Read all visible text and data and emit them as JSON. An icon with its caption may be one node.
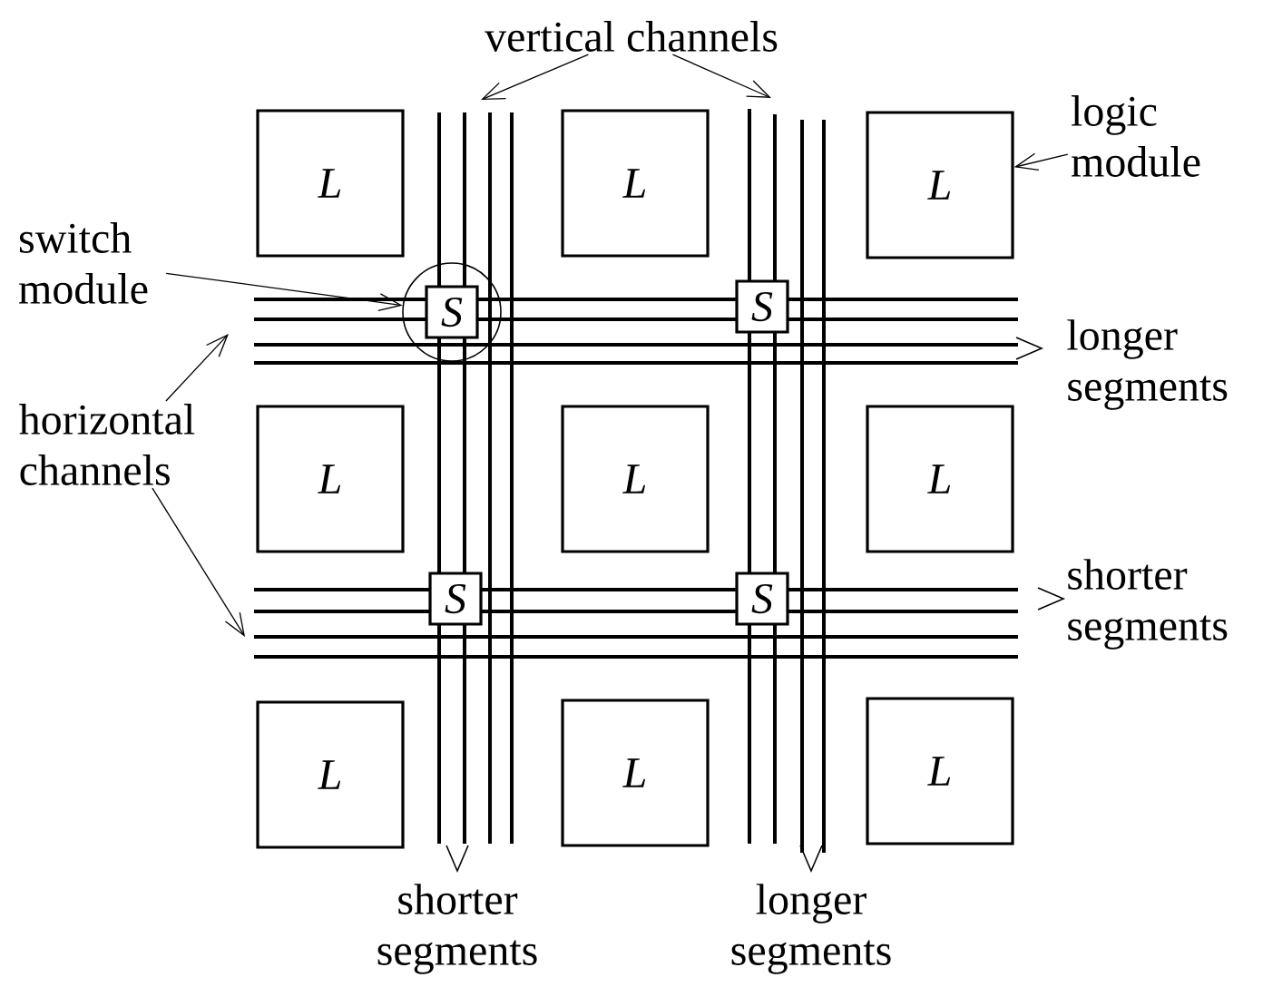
{
  "diagram": {
    "nodes": [
      {
        "text": [
          "vertical channels"
        ]
      },
      {
        "text": [
          "logic module"
        ]
      },
      {
        "text": [
          "switch module"
        ]
      },
      {
        "text": [
          "horizontal channels"
        ]
      },
      {
        "text": [
          "L"
        ]
      },
      {
        "text": [
          "L"
        ]
      },
      {
        "text": [
          "L"
        ]
      },
      {
        "text": [
          "L"
        ]
      },
      {
        "text": [
          "L"
        ]
      },
      {
        "text": [
          "L"
        ]
      },
      {
        "text": [
          "L"
        ]
      },
      {
        "text": [
          "L"
        ]
      },
      {
        "text": [
          "L"
        ]
      },
      {
        "text": [],
        "shape": "circle"
      },
      {
        "text": [
          "S"
        ],
        "in": 13
      },
      {
        "text": [
          "S"
        ]
      },
      {
        "text": [
          "S"
        ]
      },
      {
        "text": [
          "S"
        ]
      }
    ],
    "edges": [
      {
        "from": 0,
        "to": null,
        "arrow": "to"
      },
      {
        "from": 0,
        "to": null,
        "arrow": "to"
      },
      {
        "from": 1,
        "to": 6,
        "arrow": "to"
      },
      {
        "from": 2,
        "to": 13,
        "arrow": "to"
      },
      {
        "from": 3,
        "to": null,
        "arrow": "to"
      },
      {
        "from": 3,
        "to": null,
        "arrow": "to"
      }
    ],
    "labels": [
      "longer segments",
      "shorter segments",
      "shorter segments",
      "longer segments"
    ]
  }
}
